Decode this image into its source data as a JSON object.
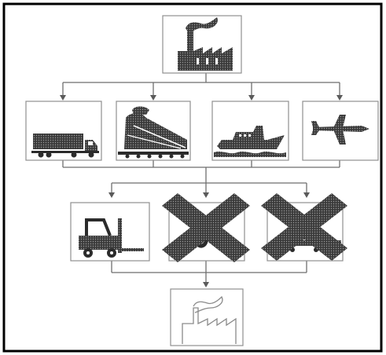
{
  "diagram": {
    "levels": [
      {
        "level": "source",
        "nodes": [
          {
            "id": "factory-origin",
            "icon": "factory-icon"
          }
        ]
      },
      {
        "level": "main-transport",
        "nodes": [
          {
            "id": "truck",
            "icon": "truck-icon"
          },
          {
            "id": "train",
            "icon": "train-icon"
          },
          {
            "id": "ship",
            "icon": "ship-icon"
          },
          {
            "id": "airplane",
            "icon": "airplane-icon"
          }
        ]
      },
      {
        "level": "handling",
        "nodes": [
          {
            "id": "forklift",
            "icon": "forklift-icon",
            "crossed_out": false
          },
          {
            "id": "crane-hook",
            "icon": "crane-hook-icon",
            "crossed_out": true
          },
          {
            "id": "trolley",
            "icon": "trolley-icon",
            "crossed_out": true
          }
        ]
      },
      {
        "level": "destination",
        "nodes": [
          {
            "id": "factory-destination",
            "icon": "factory-outline-icon"
          }
        ]
      }
    ],
    "colors": {
      "ink": "#2b2b2b",
      "frame": "#000000",
      "connector": "#6e6e6e",
      "box_border": "#8f8f8f"
    }
  }
}
